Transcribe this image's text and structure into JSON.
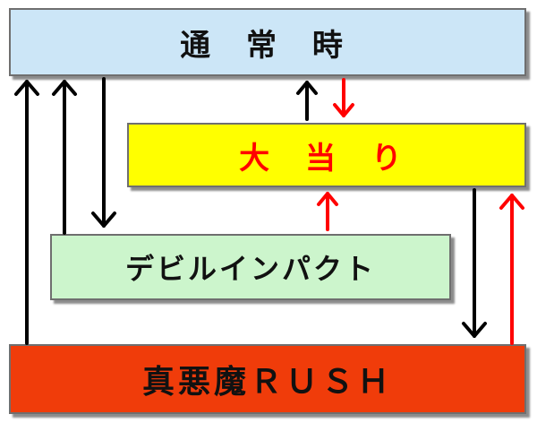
{
  "states": {
    "normal": "通 常 時",
    "jackpot": "大 当 り",
    "devil_impact": "デビルインパクト",
    "rush": "真悪魔ＲＵＳＨ"
  },
  "colors": {
    "normal_bg": "#cce6f7",
    "jackpot_bg": "#ffff00",
    "jackpot_text": "#ff0000",
    "devil_bg": "#ccf5cc",
    "rush_bg": "#f03c0a",
    "arrow_black": "#000000",
    "arrow_red": "#ff0000"
  },
  "transitions": [
    {
      "from": "rush",
      "to": "normal",
      "color": "black"
    },
    {
      "from": "devil_impact",
      "to": "normal",
      "color": "black"
    },
    {
      "from": "normal",
      "to": "devil_impact",
      "color": "black"
    },
    {
      "from": "jackpot",
      "to": "normal",
      "color": "black"
    },
    {
      "from": "normal",
      "to": "jackpot",
      "color": "red"
    },
    {
      "from": "devil_impact",
      "to": "jackpot",
      "color": "red"
    },
    {
      "from": "jackpot",
      "to": "rush",
      "color": "black"
    },
    {
      "from": "rush",
      "to": "jackpot",
      "color": "red"
    }
  ]
}
